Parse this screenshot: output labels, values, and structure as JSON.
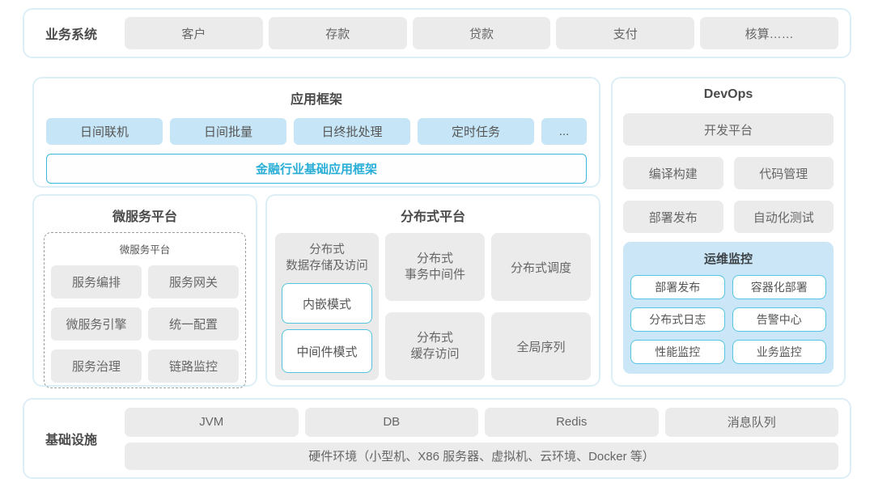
{
  "business_systems": {
    "label": "业务系统",
    "items": [
      "客户",
      "存款",
      "贷款",
      "支付",
      "核算……"
    ]
  },
  "app_framework": {
    "title": "应用框架",
    "items": [
      "日间联机",
      "日间批量",
      "日终批处理",
      "定时任务",
      "..."
    ],
    "base_framework": "金融行业基础应用框架"
  },
  "microservice_platform": {
    "title": "微服务平台",
    "inner_title": "微服务平台",
    "items": [
      "服务编排",
      "服务网关",
      "微服务引擎",
      "统一配置",
      "服务治理",
      "链路监控"
    ]
  },
  "distributed_platform": {
    "title": "分布式平台",
    "storage": {
      "label": "分布式\n数据存储及访问",
      "modes": [
        "内嵌模式",
        "中间件模式"
      ]
    },
    "col2": [
      "分布式\n事务中间件",
      "分布式\n缓存访问"
    ],
    "col3": [
      "分布式调度",
      "全局序列"
    ]
  },
  "devops": {
    "title": "DevOps",
    "platform": "开发平台",
    "items": [
      "编译构建",
      "代码管理",
      "部署发布",
      "自动化测试"
    ],
    "monitoring": {
      "title": "运维监控",
      "items": [
        "部署发布",
        "容器化部署",
        "分布式日志",
        "告警中心",
        "性能监控",
        "业务监控"
      ]
    }
  },
  "infrastructure": {
    "label": "基础设施",
    "items": [
      "JVM",
      "DB",
      "Redis",
      "消息队列"
    ],
    "hardware": "硬件环境（小型机、X86 服务器、虚拟机、云环境、Docker 等）"
  },
  "colors": {
    "accent_teal_text": "#28aed6",
    "accent_teal_border": "#3cb8da",
    "cyan_box_border": "#56c5df",
    "light_blue_box": "#c6e5f6",
    "monitor_panel_blue": "#cbe7f7",
    "gray_box": "#ebebeb",
    "card_border": "#ddeff6"
  }
}
